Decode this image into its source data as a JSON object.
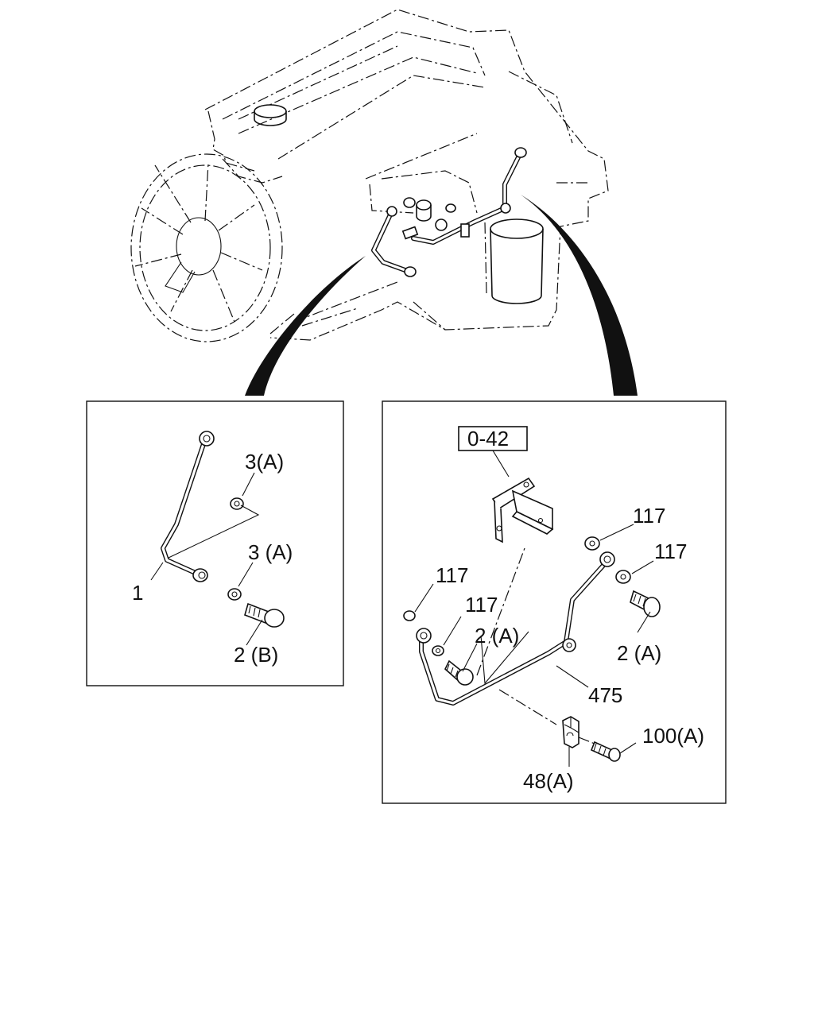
{
  "labels": {
    "left_part_3a_upper": "3(A)",
    "left_part_3a_lower": "3 (A)",
    "left_part_1": "1",
    "left_part_2b": "2 (B)",
    "right_ref_box": "0-42",
    "right_117_a": "117",
    "right_117_b": "117",
    "right_117_c": "117",
    "right_117_d": "117",
    "right_2a_left": "2 (A)",
    "right_2a_right": "2 (A)",
    "right_475": "475",
    "right_100a": "100(A)",
    "right_48a": "48(A)"
  }
}
